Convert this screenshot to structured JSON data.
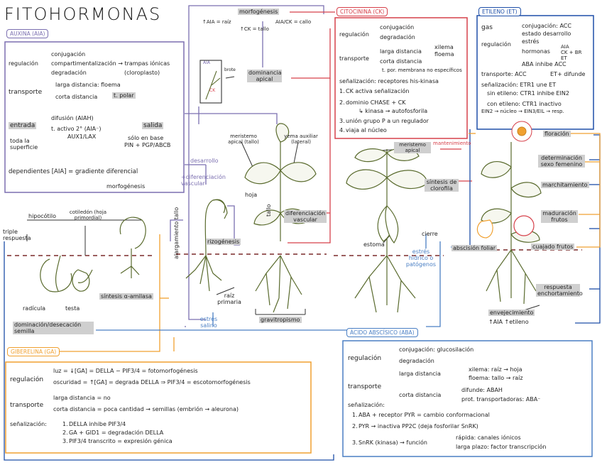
{
  "title": "FITOHORMONAS",
  "colors": {
    "auxina": "#7b6fb0",
    "citocinina": "#d6404a",
    "etileno": "#1e4fa8",
    "giberelina": "#f0a030",
    "abscisico": "#4a7fc4",
    "plant": "#5a6b2e"
  },
  "auxina": {
    "tag": "AUXINA (AIA)",
    "regulacion": "regulación",
    "reg_items": [
      "conjugación",
      "compartimentalización → trampas iónicas",
      "degradación",
      "(cloroplasto)"
    ],
    "transporte": "transporte",
    "larga": "larga distancia: floema",
    "corta": "corta distancia",
    "polar": "t. polar",
    "entrada": "entrada",
    "entrada_items": [
      "difusión (AIAH)",
      "t. activo 2° (AIA⁻)",
      "AUX1/LAX"
    ],
    "toda": "toda la superficie",
    "salida": "salida",
    "salida_items": [
      "sólo en base",
      "PIN + PGP/ABCB"
    ],
    "dependientes": "dependientes [AIA] = gradiente diferencial",
    "morfogenesis": "morfogénesis"
  },
  "citocinina": {
    "tag": "CITOCININA (CK)",
    "regulacion": "regulación",
    "reg_items": [
      "conjugación",
      "degradación"
    ],
    "transporte": "transporte",
    "larga": "larga distancia",
    "larga_items": [
      "xilema",
      "floema"
    ],
    "corta": "corta distancia",
    "corta_note": "t. por. membrana no específicos",
    "senal": "señalización: receptores his-kinasa",
    "steps": [
      "CK activa señalización",
      "dominio CHASE + CK",
      "↳ kinasa → autofosforila",
      "unión grupo P a un regulador",
      "viaja al núcleo"
    ]
  },
  "etileno": {
    "tag": "ETILENO (ET)",
    "gas": "gas",
    "regulacion": "regulación",
    "reg_items": [
      "conjugación: ACC",
      "estado desarrollo",
      "estrés",
      "hormonas",
      "AIA",
      "CK + BR",
      "ET",
      "ABA inhibe ACC"
    ],
    "transporte": "transporte: ACC",
    "difunde": "ET+ difunde",
    "senal": "señalización: ETR1 une ET",
    "sin": "sin etileno: CTR1 inhibe EIN2",
    "con": "con etileno: CTR1 inactivo",
    "ein2": "EIN2 → núcleo → EIN3/EIL → resp."
  },
  "giberelina": {
    "tag": "GIBERELINA (GA)",
    "regulacion": "regulación",
    "luz": "luz = ↓[GA] = DELLA − PIF3/4 = fotomorfogénesis",
    "osc": "oscuridad = ↑[GA] = degrada DELLA ⇒ PIF3/4 = escotomorfogénesis",
    "transporte": "transporte",
    "larga": "larga distancia = no",
    "corta": "corta distancia = poca cantidad → semillas (embrión → aleurona)",
    "senal": "señalización:",
    "steps": [
      "DELLA inhibe PIF3/4",
      "GA + GID1 = degradación DELLA",
      "PIF3/4   transcrito = expresión génica"
    ]
  },
  "abscisico": {
    "tag": "ÁCIDO ABSCÍSICO (ABA)",
    "regulacion": "regulación",
    "reg_items": [
      "conjugación: glucosilación",
      "degradación"
    ],
    "transporte": "transporte",
    "larga": "larga distancia",
    "larga_items": [
      "xilema: raíz → hoja",
      "floema: tallo → raíz"
    ],
    "corta": "corta distancia",
    "corta_items": [
      "difunde: ABAH",
      "prot. transportadoras: ABA⁻"
    ],
    "senal": "señalización:",
    "steps": [
      "ABA + receptor PYR = cambio conformacional",
      "PYR → inactiva PP2C (deja fosforilar SnRK)",
      "SnRK (kinasa) → función"
    ],
    "func_items": [
      "rápida: canales iónicos",
      "larga plazo: factor transcripción"
    ]
  },
  "labels": {
    "morfogenesis": "morfogénesis",
    "aia_raiz": "↑AIA = raíz",
    "ck_tallo": "↑CK = tallo",
    "aia_ck": "AIA/CK = callo",
    "dominancia": "dominancia apical",
    "aia": "AIA",
    "ck": "CK",
    "brote": "brote",
    "meristemo": "meristemo apical (tallo)",
    "yema": "yema auxiliar (lateral)",
    "desarrollo": "desarrollo",
    "dif_vascular": "+diferenciación vascular",
    "hoja": "hoja",
    "tallo": "tallo",
    "dif_vasc": "diferenciación vascular",
    "rizogenesis": "rizogénesis",
    "raiz": "raíz primaria",
    "estres_salino": "estrés salino",
    "gravitropismo": "gravitropismo",
    "alargamiento": "alargamiento tallo",
    "hipocotilo": "hipocótilo",
    "cotiledon": "cotiledón (hoja primordial)",
    "triple": "triple respuesta",
    "radicula": "radícula",
    "testa": "testa",
    "sintesis_amilasa": "síntesis α-amilasa",
    "dominacion": "dominación/desecación semilla",
    "meristemo2": "meristemo apical",
    "mantenimiento": "mantenimiento",
    "sintesis_clorofila": "síntesis de clorofila",
    "estoma": "estoma",
    "cierre": "cierre",
    "estres_hidrico": "estrés hídrico o patógenos",
    "abscision": "abscisión foliar",
    "floracion": "floración",
    "determinacion": "determinación sexo femenino",
    "marchitamiento": "marchitamiento",
    "maduracion": "maduración frutos",
    "cuajado": "cuajado frutos",
    "respuesta": "respuesta enchortamiento",
    "envejecimiento": "envejecimiento",
    "envej_note": "↑AIA  ↑etileno"
  }
}
